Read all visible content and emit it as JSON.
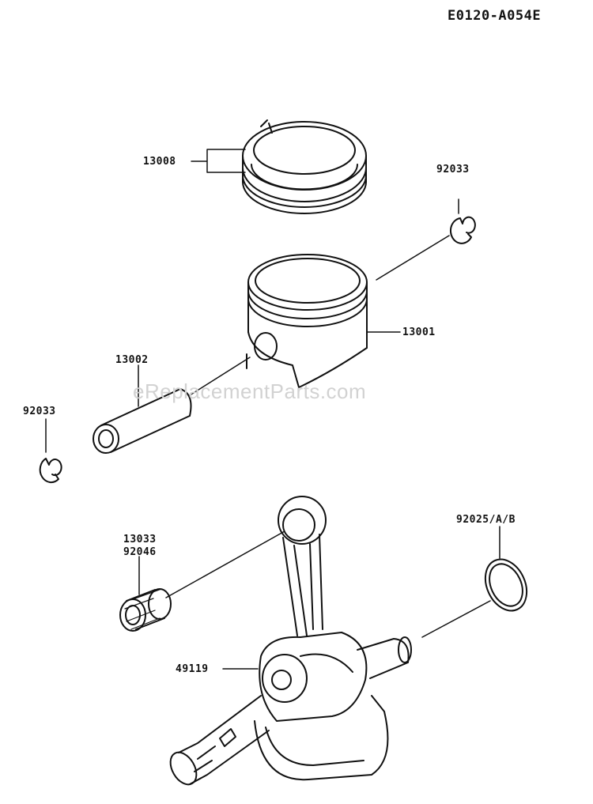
{
  "diagram_id": "E0120-A054E",
  "watermark": "eReplacementParts.com",
  "callouts": {
    "rings": "13008",
    "clip_top": "92033",
    "piston": "13001",
    "pin": "13002",
    "clip_left": "92033",
    "bearing_a": "13033",
    "bearing_b": "92046",
    "shim": "92025/A/B",
    "crankshaft": "49119"
  }
}
